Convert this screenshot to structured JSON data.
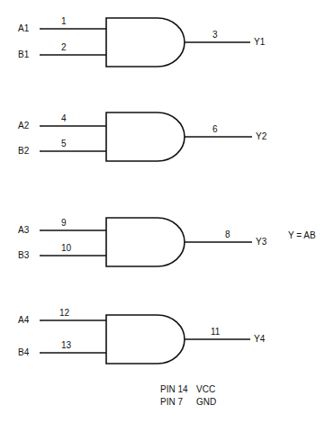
{
  "diagram": {
    "labels": [
      "A1",
      "1",
      "B1",
      "2",
      "3",
      "Y1",
      "A2",
      "4",
      "B2",
      "5",
      "6",
      "Y2",
      "A3",
      "9",
      "B3",
      "10",
      "8",
      "Y3",
      "A4",
      "12",
      "B4",
      "13",
      "11",
      "Y4",
      "Y = AB",
      "PIN 14",
      "VCC",
      "PIN 7",
      "GND"
    ]
  }
}
